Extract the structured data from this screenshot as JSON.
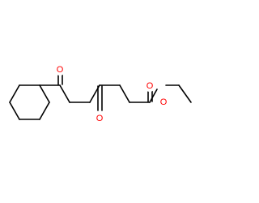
{
  "molecule": {
    "atom_labels": {
      "ketone_oxygen_1": "O",
      "ketone_oxygen_2": "O",
      "ester_carbonyl_oxygen": "O",
      "ester_ether_oxygen": "O"
    }
  },
  "colors": {
    "bond": "#000000",
    "oxygen": "#ff0000",
    "background": "#ffffff"
  }
}
